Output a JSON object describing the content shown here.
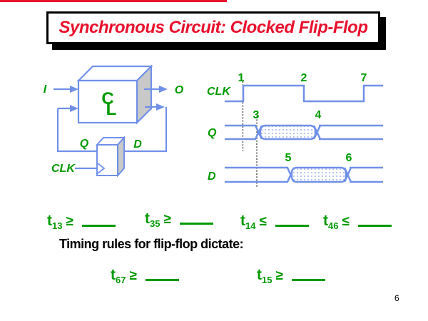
{
  "slide": {
    "title": "Synchronous Circuit: Clocked Flip-Flop",
    "page_number": "6"
  },
  "colors": {
    "title_red": "#e8112d",
    "wire_blue": "#7090e8",
    "label_green": "#009900",
    "box_shade_gray": "#c9c9c9",
    "hatch_dot_blue": "#9fb4e8",
    "shadow_black": "#000000"
  },
  "circuit": {
    "input_label": "I",
    "output_label": "O",
    "block_letter_top": "C",
    "block_letter_bottom": "L",
    "q_label": "Q",
    "d_label": "D",
    "clk_label": "CLK"
  },
  "timing": {
    "clk_label": "CLK",
    "q_label": "Q",
    "d_label": "D",
    "markers": {
      "m1": "1",
      "m2": "2",
      "m7": "7",
      "m3": "3",
      "m4": "4",
      "m5": "5",
      "m6": "6"
    },
    "waveforms": {
      "clk": "low until 1, high 1-2, low 2-7, high after 7",
      "q": "stable until 3, changing (hatched) 3-4, stable after 4",
      "d": "stable until 5, changing (hatched) 5-6, stable after 6"
    }
  },
  "formulas": {
    "row1": [
      {
        "base": "t",
        "sub": "13",
        "op": "≥"
      },
      {
        "base": "t",
        "sub": "35",
        "op": "≥"
      },
      {
        "base": "t",
        "sub": "14",
        "op": "≤"
      },
      {
        "base": "t",
        "sub": "46",
        "op": "≤"
      }
    ],
    "caption": "Timing rules for flip-flop dictate:",
    "row2": [
      {
        "base": "t",
        "sub": "67",
        "op": "≥"
      },
      {
        "base": "t",
        "sub": "15",
        "op": "≥"
      }
    ]
  }
}
